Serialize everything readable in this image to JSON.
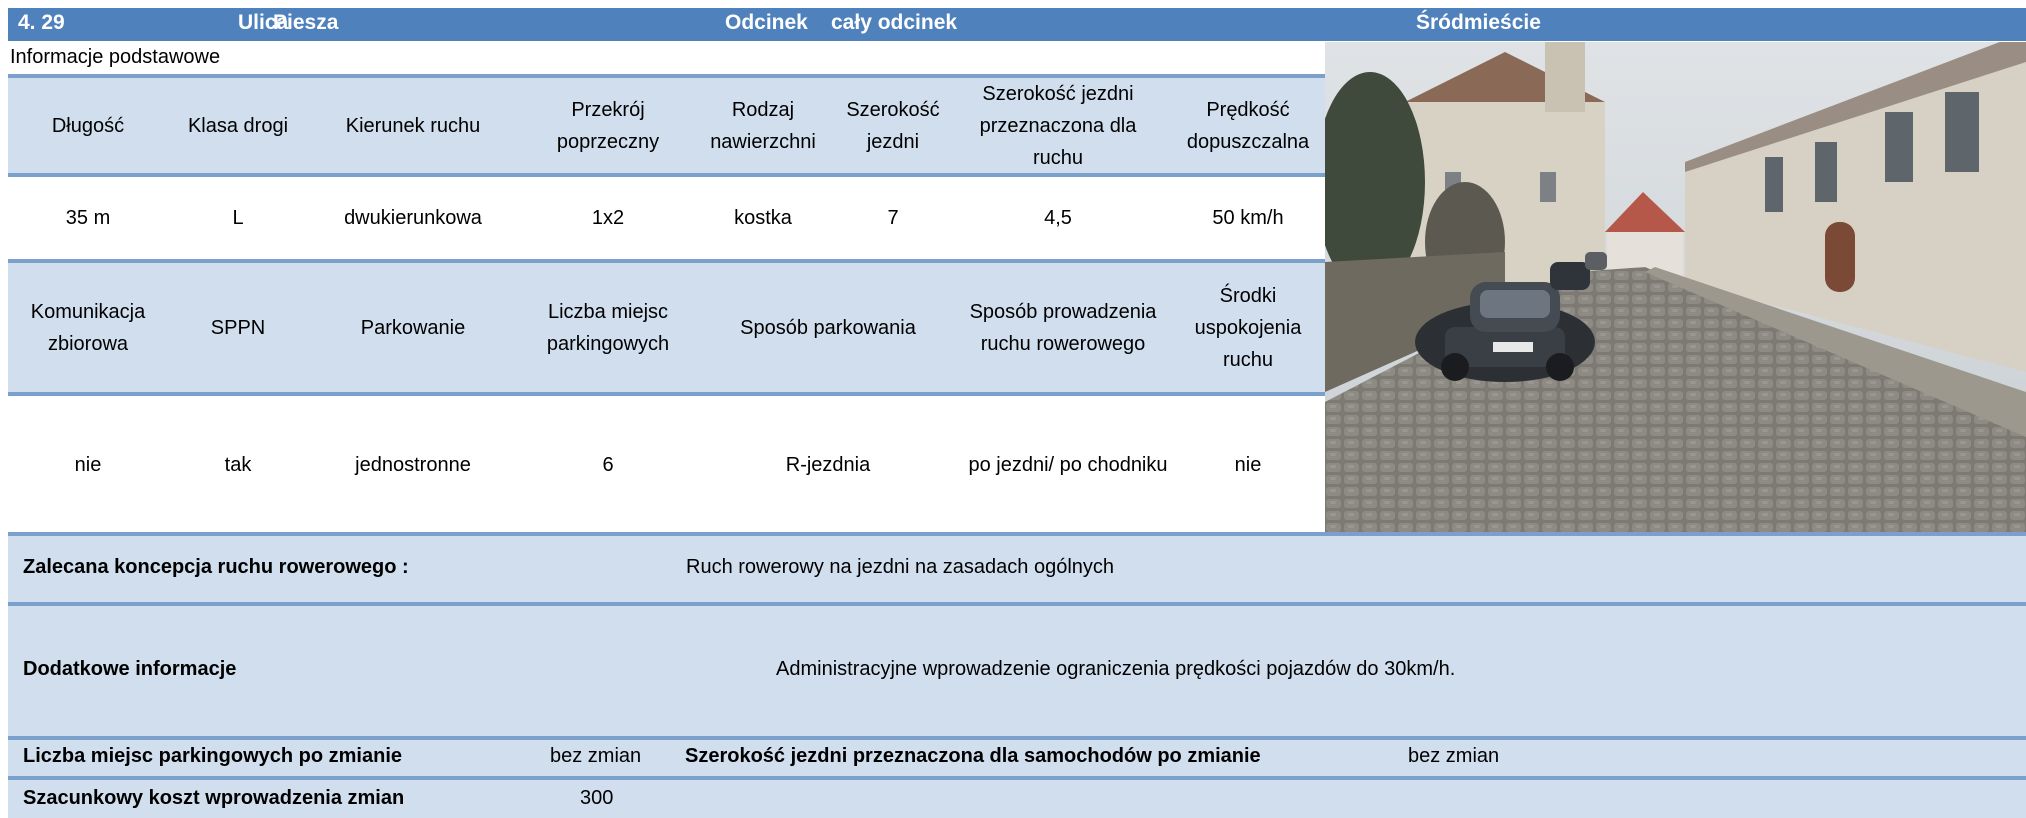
{
  "header": {
    "number": "4. 29",
    "street_label": "Ulica",
    "street_name": "Piesza",
    "segment_label": "Odcinek",
    "segment_value": "cały odcinek",
    "district": "Śródmieście"
  },
  "section_title": "Informacje podstawowe",
  "table1": {
    "headers": [
      "Długość",
      "Klasa drogi",
      "Kierunek ruchu",
      "Przekrój poprzeczny",
      "Rodzaj nawierzchni",
      "Szerokość jezdni",
      "Szerokość jezdni przeznaczona dla ruchu",
      "Prędkość dopuszczalna"
    ],
    "values": [
      "35 m",
      "L",
      "dwukierunkowa",
      "1x2",
      "kostka",
      "7",
      "4,5",
      "50 km/h"
    ]
  },
  "table2": {
    "headers": [
      "Komunikacja zbiorowa",
      "SPPN",
      "Parkowanie",
      "Liczba miejsc parkingowych",
      "Sposób parkowania",
      "Sposób prowadzenia ruchu rowerowego",
      "Środki uspokojenia ruchu"
    ],
    "values": [
      "nie",
      "tak",
      "jednostronne",
      "6",
      "R-jezdnia",
      "po jezdni/ po chodniku",
      "nie"
    ]
  },
  "concept": {
    "label": "Zalecana koncepcja ruchu rowerowego :",
    "value": "Ruch rowerowy na jezdni na zasadach ogólnych"
  },
  "additional": {
    "label": "Dodatkowe informacje",
    "value": "Administracyjne wprowadzenie ograniczenia prędkości pojazdów do 30km/h."
  },
  "parking_after": {
    "label": "Liczba miejsc parkingowych po zmianie",
    "value": "bez zmian"
  },
  "width_after": {
    "label": "Szerokość jezdni przeznaczona dla samochodów po zmianie",
    "value": "bez zmian"
  },
  "cost": {
    "label": "Szacunkowy koszt wprowadzenia zmian",
    "value": "300"
  },
  "colors": {
    "header_bg": "#4f81bd",
    "band_bg": "#d1deee",
    "rule": "#7ba0cc"
  }
}
